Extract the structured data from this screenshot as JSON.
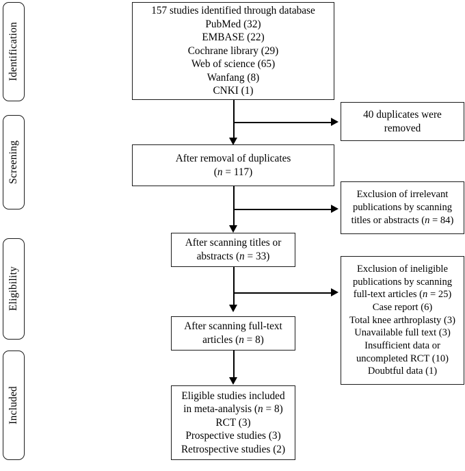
{
  "diagram": {
    "type": "prisma-flow-diagram",
    "title": "PRISMA study selection flow diagram",
    "stages": [
      {
        "id": "identification",
        "label": "Identification"
      },
      {
        "id": "screening",
        "label": "Screening"
      },
      {
        "id": "eligibility",
        "label": "Eligibility"
      },
      {
        "id": "included",
        "label": "Included"
      }
    ],
    "main_boxes": [
      {
        "id": "records-identified",
        "lines": [
          "157 studies identified through database",
          "PubMed (32)",
          "EMBASE (22)",
          "Cochrane library (29)",
          "Web of science (65)",
          "Wanfang (8)",
          "CNKI (1)"
        ]
      },
      {
        "id": "after-duplicates-removed",
        "lines": [
          "After removal of duplicates",
          "(n = 117)"
        ]
      },
      {
        "id": "after-title-abstract-screening",
        "lines": [
          "After scanning titles or",
          "abstracts (n = 33)"
        ]
      },
      {
        "id": "after-fulltext-screening",
        "lines": [
          "After scanning full-text",
          "articles (n = 8)"
        ]
      },
      {
        "id": "studies-included",
        "lines": [
          "Eligible studies included",
          "in meta-analysis (n = 8)",
          "RCT (3)",
          "Prospective studies (3)",
          "Retrospective studies (2)"
        ]
      }
    ],
    "exclusion_boxes": [
      {
        "id": "duplicates-removed",
        "lines": [
          "40 duplicates were",
          "removed"
        ]
      },
      {
        "id": "irrelevant-excluded",
        "lines": [
          "Exclusion of irrelevant",
          "publications by scanning",
          "titles or abstracts (n = 84)"
        ]
      },
      {
        "id": "ineligible-excluded",
        "lines": [
          "Exclusion of ineligible",
          "publications by scanning",
          "full-text articles (n = 25)",
          "Case report (6)",
          "Total knee arthroplasty (3)",
          "Unavailable full text (3)",
          "Insufficient data or",
          "uncompleted RCT (10)",
          "Doubtful data (1)"
        ]
      }
    ],
    "counts": {
      "total_identified": 157,
      "pubmed": 32,
      "embase": 22,
      "cochrane_library": 29,
      "web_of_science": 65,
      "wanfang": 8,
      "cnki": 1,
      "duplicates_removed": 40,
      "after_duplicates": 117,
      "excluded_titles_abstracts": 84,
      "after_title_abstract": 33,
      "excluded_fulltext": 25,
      "after_fulltext": 8,
      "included": 8,
      "rct": 3,
      "prospective_studies": 3,
      "retrospective_studies": 2,
      "case_report": 6,
      "total_knee_arthroplasty": 3,
      "unavailable_full_text": 3,
      "insufficient_or_uncompleted_rct": 10,
      "doubtful_data": 1
    },
    "colors": {
      "stroke": "#1a1a1a",
      "arrow": "#000000",
      "background": "#ffffff",
      "text": "#000000"
    }
  }
}
